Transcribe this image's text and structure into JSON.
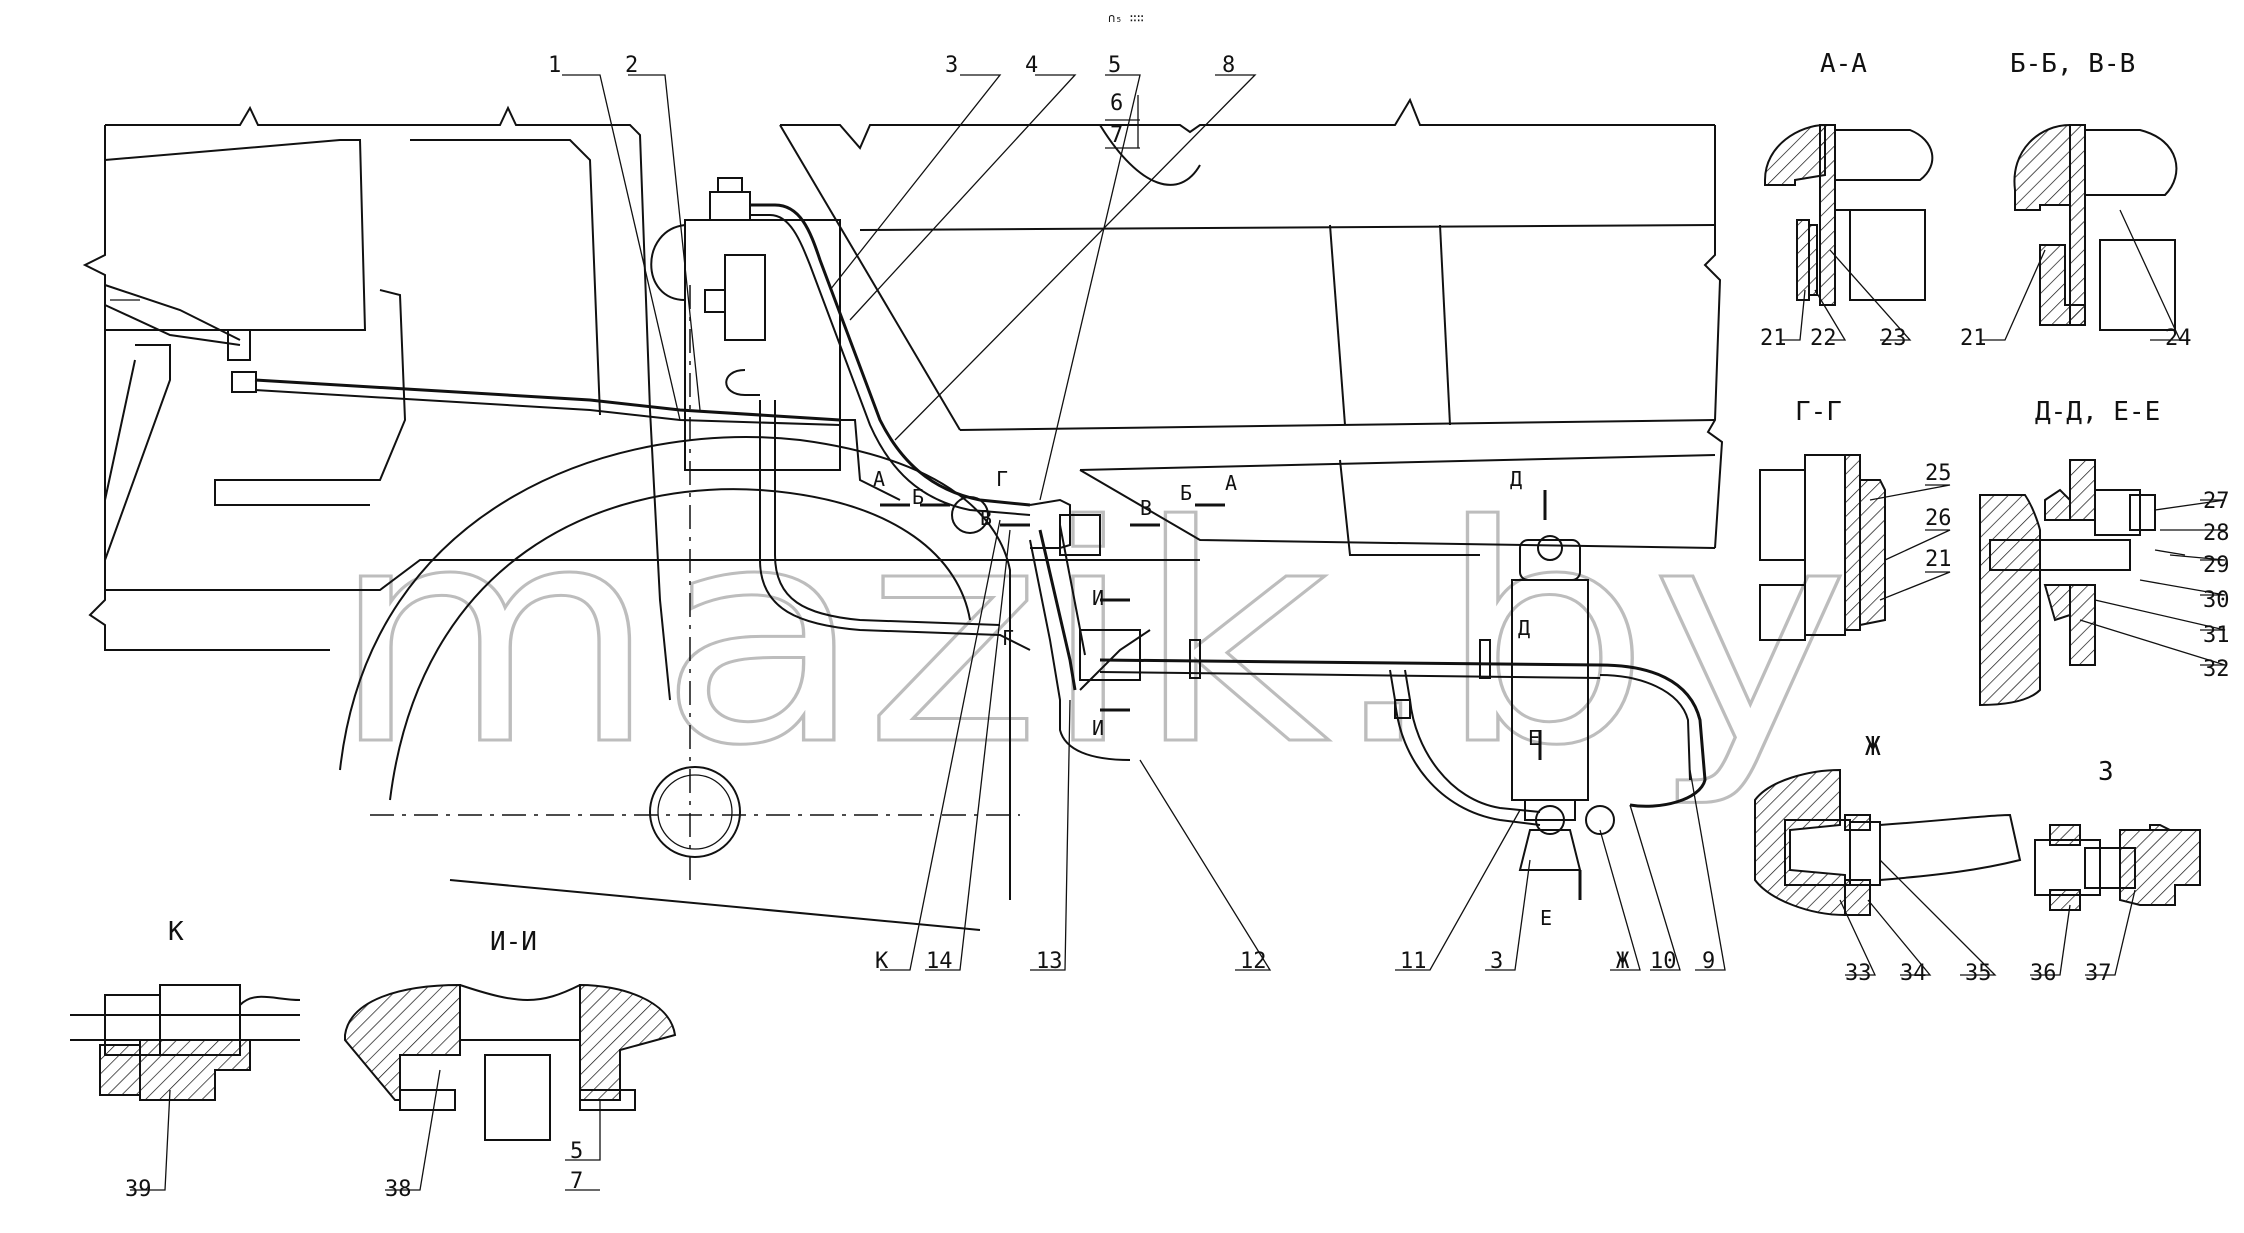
{
  "header": {
    "mark": "∩₅ ∷∷"
  },
  "watermark": {
    "text": "mazik.by"
  },
  "callouts": {
    "c1": "1",
    "c2": "2",
    "c3": "3",
    "c4": "4",
    "c5": "5",
    "c6": "6",
    "c7": "7",
    "c8": "8",
    "c9": "9",
    "c10": "10",
    "c11": "11",
    "c12": "12",
    "c13": "13",
    "c14": "14",
    "c3b": "3",
    "cK": "К",
    "cZh": "Ж",
    "c21a": "21",
    "c22": "22",
    "c23": "23",
    "c21b": "21",
    "c24": "24",
    "c25": "25",
    "c26": "26",
    "c21c": "21",
    "c27": "27",
    "c28": "28",
    "c29": "29",
    "c30": "30",
    "c31": "31",
    "c32": "32",
    "c33": "33",
    "c34": "34",
    "c35": "35",
    "c36": "36",
    "c37": "37",
    "c38": "38",
    "c5b": "5",
    "c7b": "7",
    "c39": "39"
  },
  "section_titles": {
    "aa": "А-А",
    "bb_vv": "Б-Б, В-В",
    "gg": "Г-Г",
    "dd_ee": "Д-Д, Е-Е",
    "zh": "Ж",
    "z": "З",
    "k": "К",
    "ii": "И-И"
  },
  "section_marks": {
    "a1": "А",
    "b1": "Б",
    "v1": "В",
    "g1": "Г",
    "v2": "В",
    "b2": "Б",
    "a2": "А",
    "d1": "Д",
    "d2": "Д",
    "i1": "И",
    "i2": "И",
    "g2": "Г",
    "e1": "Е",
    "e2": "Е"
  }
}
